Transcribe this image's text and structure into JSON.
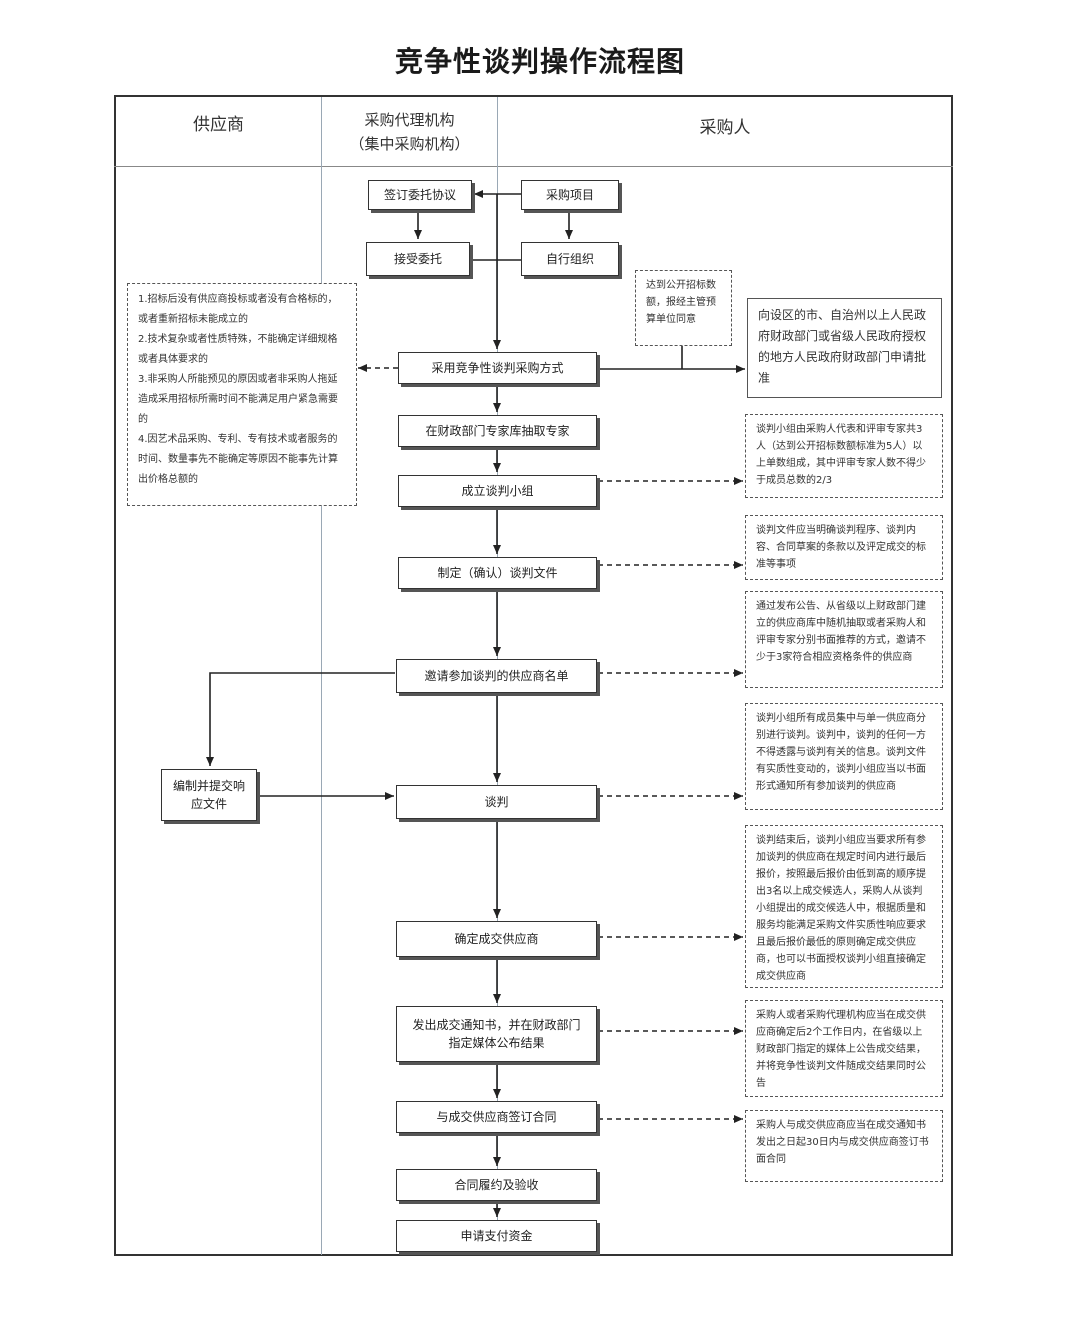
{
  "title": "竞争性谈判操作流程图",
  "lanes": {
    "supplier": "供应商",
    "agency_line1": "采购代理机构",
    "agency_line2": "（集中采购机构）",
    "purchaser": "采购人"
  },
  "boxes": {
    "sign_agreement": "签订委托协议",
    "purchase_project": "采购项目",
    "accept_commission": "接受委托",
    "self_organize": "自行组织",
    "adopt_method": "采用竞争性谈判采购方式",
    "draw_experts": "在财政部门专家库抽取专家",
    "form_team": "成立谈判小组",
    "make_docs": "制定（确认）谈判文件",
    "invite_list": "邀请参加谈判的供应商名单",
    "submit_docs": "编制并提交响应文件",
    "negotiate": "谈判",
    "determine_supplier": "确定成交供应商",
    "notice": "发出成交通知书，并在财政部门指定媒体公布结果",
    "sign_contract": "与成交供应商签订合同",
    "acceptance": "合同履约及验收",
    "apply_payment": "申请支付资金"
  },
  "notes": {
    "conditions": "1.招标后没有供应商投标或者没有合格标的，或者重新招标未能成立的\n2.技术复杂或者性质特殊，不能确定详细规格或者具体要求的\n3.非采购人所能预见的原因或者非采购人拖延造成采用招标所需时间不能满足用户紧急需要的\n4.因艺术品采购、专利、专有技术或者服务的时间、数量事先不能确定等原因不能事先计算出价格总额的",
    "public_standard": "达到公开招标数额，报经主管预算单位同意",
    "approval": "向设区的市、自治州以上人民政府财政部门或省级人民政府授权的地方人民政府财政部门申请批准",
    "team_rule": "谈判小组由采购人代表和评审专家共3人（达到公开招标数额标准为5人）以上单数组成，其中评审专家人数不得少于成员总数的2/3",
    "docs_rule": "谈判文件应当明确谈判程序、谈判内容、合同草案的条款以及评定成交的标准等事项",
    "invite_rule": "通过发布公告、从省级以上财政部门建立的供应商库中随机抽取或者采购人和评审专家分别书面推荐的方式，邀请不少于3家符合相应资格条件的供应商",
    "negotiate_rule": "谈判小组所有成员集中与单一供应商分别进行谈判。谈判中，谈判的任何一方不得透露与谈判有关的信息。谈判文件有实质性变动的，谈判小组应当以书面形式通知所有参加谈判的供应商",
    "determine_rule": "谈判结束后，谈判小组应当要求所有参加谈判的供应商在规定时间内进行最后报价，按照最后报价由低到高的顺序提出3名以上成交候选人，采购人从谈判小组提出的成交候选人中，根据质量和服务均能满足采购文件实质性响应要求且最后报价最低的原则确定成交供应商，也可以书面授权谈判小组直接确定成交供应商",
    "notice_rule": "采购人或者采购代理机构应当在成交供应商确定后2个工作日内，在省级以上财政部门指定的媒体上公告成交结果，并将竞争性谈判文件随成交结果同时公告",
    "contract_rule": "采购人与成交供应商应当在成交通知书发出之日起30日内与成交供应商签订书面合同"
  },
  "colors": {
    "line": "#222222",
    "lane_divider": "#9aa8b5",
    "shadow": "#555555"
  }
}
